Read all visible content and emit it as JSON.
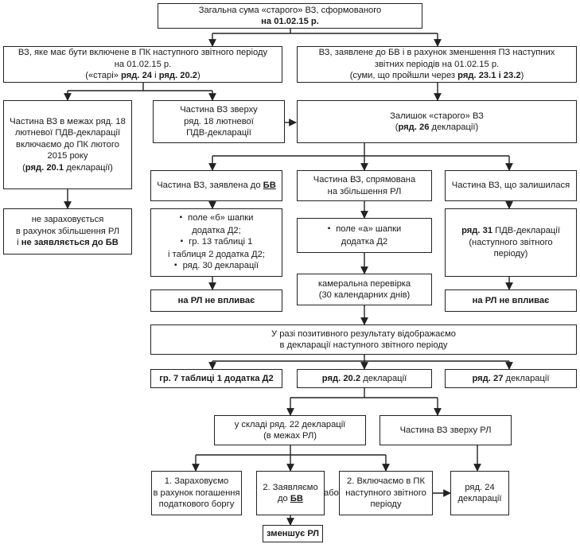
{
  "colors": {
    "stroke": "#222222",
    "text": "#1a1a1a",
    "fill": "#ffffff"
  },
  "nodes": {
    "total": {
      "line1": "Загальна сума «старого» ВЗ, сформованого",
      "line2": "на 01.02.15 р."
    },
    "left_top": {
      "line1": "ВЗ, яке має бути включене в ПК наступного звітного періоду",
      "line2": "на 01.02.15 р.",
      "line3_pre": "(«старі» ",
      "line3_b1": "ряд. 24",
      "line3_mid": " і ",
      "line3_b2": "ряд. 20.2",
      "line3_post": ")"
    },
    "right_top": {
      "line1": "ВЗ, заявлене до БВ і в рахунок зменшення ПЗ наступних",
      "line2": "звітних періодів на 01.02.15 р.",
      "line3_pre": "(суми, що пройшли через ",
      "line3_b": "ряд. 23.1 і 23.2",
      "line3_post": ")"
    },
    "limits": {
      "line1": "Частина ВЗ в межах ряд. 18",
      "line2": "лютневої ПДВ-декларації",
      "line3": "включаємо до ПК лютого",
      "line4": "2015 року",
      "line5_pre": "(",
      "line5_b": "ряд. 20.1",
      "line5_post": " декларації)"
    },
    "above": {
      "line1": "Частина ВЗ зверху",
      "line2": "ряд. 18 лютневої",
      "line3": "ПДВ-декларації"
    },
    "remainder": {
      "line1": "Залишок «старого» ВЗ",
      "line2_pre": "(",
      "line2_b": "ряд. 26",
      "line2_post": " декларації)"
    },
    "not_counted": {
      "line1": "не зараховується",
      "line2": "в рахунок збільшення РЛ",
      "line3_pre": "і ",
      "line3_b": "не заявляється до БВ"
    },
    "declared_bv": {
      "text_pre": "Частина ВЗ, заявлена до ",
      "text_b": "БВ"
    },
    "increase_rl": {
      "line1": "Частина ВЗ, спрямована",
      "line2": "на збільшення РЛ"
    },
    "left_over": {
      "text": "Частина ВЗ, що залишилася"
    },
    "bv_fields": {
      "line1": "поле «б» шапки",
      "line2": "додатка Д2;",
      "line3": "гр. 13 таблиці 1",
      "line4": "і таблиця 2 додатка Д2;",
      "line5": "ряд. 30 декларації"
    },
    "rl_fields": {
      "line1": "поле «а» шапки",
      "line2": "додатка Д2"
    },
    "row31": {
      "line1_b": "ряд. 31",
      "line1_post": " ПДВ-декларації",
      "line2": "(наступного звітного",
      "line3": "періоду)"
    },
    "no_effect_left": {
      "text": "на РЛ не впливає"
    },
    "audit": {
      "line1": "камеральна перевірка",
      "line2": "(30 календарних днів)"
    },
    "no_effect_right": {
      "text": "на РЛ не впливає"
    },
    "positive": {
      "line1": "У разі позитивного результату відображаємо",
      "line2": "в декларації наступного звітного періоду"
    },
    "gr7": {
      "text": "гр. 7 таблиці 1 додатка Д2"
    },
    "r202": {
      "text_b": "ряд. 20.2",
      "text_post": " декларації"
    },
    "r27": {
      "text_b": "ряд. 27",
      "text_post": " декларації"
    },
    "within22": {
      "line1": "у складі ряд. 22 декларації",
      "line2": "(в межах РЛ)"
    },
    "above_part": {
      "text": "Частина ВЗ зверху РЛ"
    },
    "offset": {
      "line1": "1. Зараховуємо",
      "line2": "в рахунок погашення",
      "line3": "податкового боргу"
    },
    "declare": {
      "line1": "2. Заявляємо",
      "line2_pre": "до ",
      "line2_b": "БВ"
    },
    "include_pk": {
      "line1": "2. Включаємо в ПК",
      "line2": "наступного звітного",
      "line3": "періоду"
    },
    "r24": {
      "line1": "ряд. 24",
      "line2": "декларації"
    },
    "reduces": {
      "text": "зменшує РЛ"
    },
    "or_label": "або"
  }
}
